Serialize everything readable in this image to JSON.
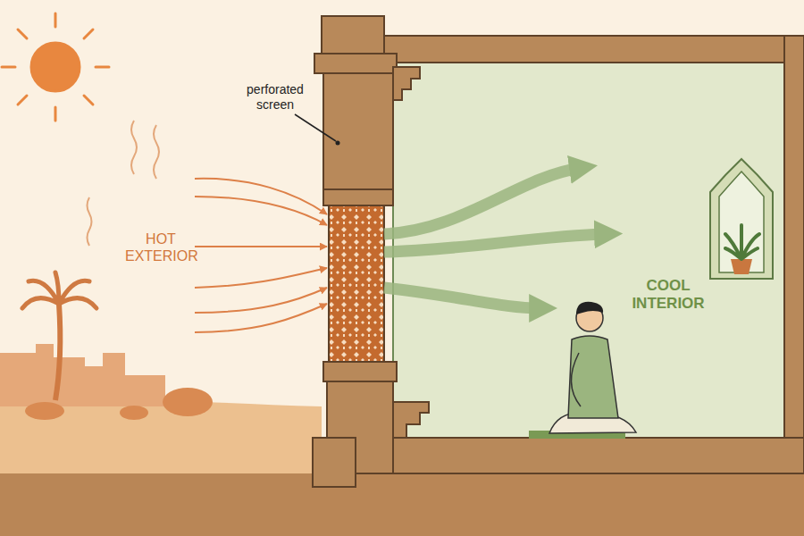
{
  "diagram": {
    "labels": [
      "perforated screen",
      "HOT EXTERIOR",
      "COOL INTERIOR"
    ]
  }
}
